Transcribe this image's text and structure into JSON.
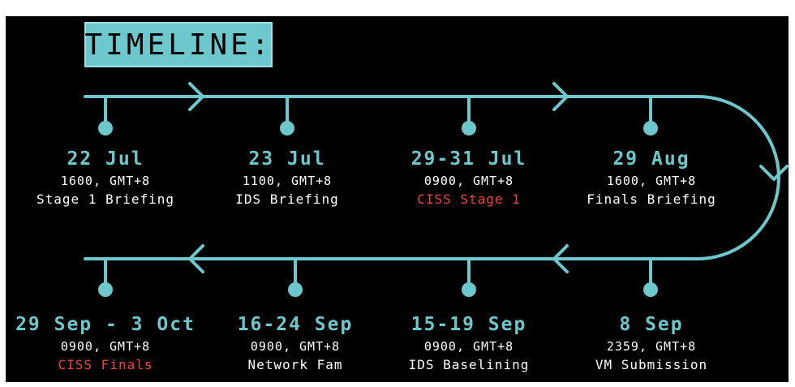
{
  "title": "TIMELINE:",
  "colors": {
    "accent": "#6cc8cc",
    "highlight": "#f0453a",
    "background": "#000000",
    "text": "#ffffff"
  },
  "top_row": [
    {
      "date": "22 Jul",
      "time": "1600, GMT+8",
      "label": "Stage 1 Briefing",
      "highlight": false
    },
    {
      "date": "23 Jul",
      "time": "1100, GMT+8",
      "label": "IDS Briefing",
      "highlight": false
    },
    {
      "date": "29-31 Jul",
      "time": "0900, GMT+8",
      "label": "CISS Stage 1",
      "highlight": true
    },
    {
      "date": "29 Aug",
      "time": "1600, GMT+8",
      "label": "Finals Briefing",
      "highlight": false
    }
  ],
  "bottom_row": [
    {
      "date": "29 Sep - 3 Oct",
      "time": "0900, GMT+8",
      "label": "CISS Finals",
      "highlight": true
    },
    {
      "date": "16-24 Sep",
      "time": "0900, GMT+8",
      "label": "Network Fam",
      "highlight": false
    },
    {
      "date": "15-19 Sep",
      "time": "0900, GMT+8",
      "label": "IDS Baselining",
      "highlight": false
    },
    {
      "date": "8 Sep",
      "time": "2359, GMT+8",
      "label": "VM Submission",
      "highlight": false
    }
  ]
}
